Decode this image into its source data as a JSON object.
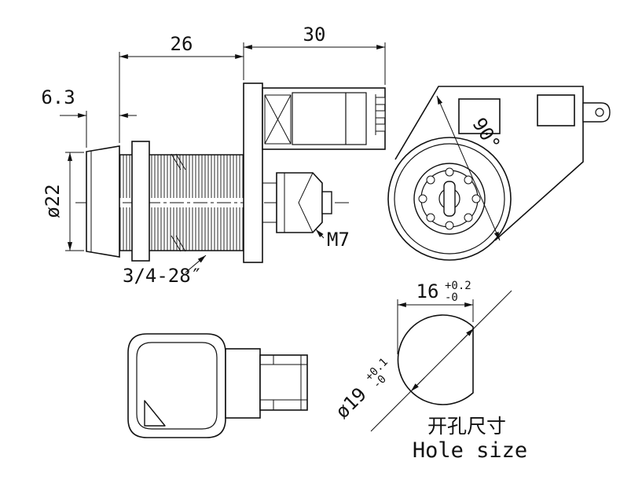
{
  "drawing": {
    "colors": {
      "line": "#111111",
      "background": "#ffffff"
    },
    "side_view": {
      "dim_thread_length": "26",
      "dim_body_length": "30",
      "dim_cap_depth": "6.3",
      "dim_cap_diameter": "ø22",
      "thread_spec": "3/4-28″",
      "cam_screw_label": "M7"
    },
    "front_view": {
      "rotation_label": "90°"
    },
    "hole_view": {
      "dim_flat_width": "16",
      "flat_width_tol_upper": "+0.2",
      "flat_width_tol_lower": "-0",
      "dim_diameter": "ø19",
      "diameter_tol_upper": "+0.1",
      "diameter_tol_lower": "-0",
      "caption_cn": "开孔尺寸",
      "caption_en": "Hole size"
    }
  }
}
